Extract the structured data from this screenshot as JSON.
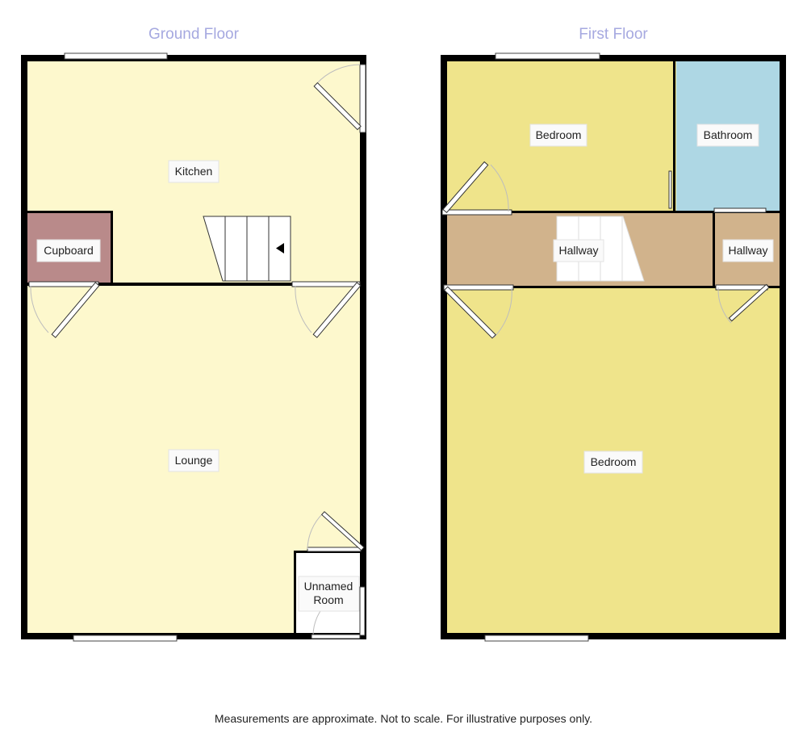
{
  "floors": {
    "ground": {
      "title": "Ground Floor",
      "rooms": {
        "kitchen": "Kitchen",
        "cupboard": "Cupboard",
        "lounge": "Lounge",
        "unnamed_line1": "Unnamed",
        "unnamed_line2": "Room"
      }
    },
    "first": {
      "title": "First Floor",
      "rooms": {
        "bedroom_top": "Bedroom",
        "bathroom": "Bathroom",
        "hallway_main": "Hallway",
        "hallway_small": "Hallway",
        "bedroom_main": "Bedroom"
      }
    }
  },
  "footer": "Measurements are approximate. Not to scale. For illustrative purposes only.",
  "colors": {
    "ground_floor_fill": "#fdf8cd",
    "cupboard_fill": "#b98a8a",
    "first_floor_bedroom_fill": "#efe48b",
    "bathroom_fill": "#aed7e4",
    "hallway_fill": "#d1b38c",
    "wall": "#000000",
    "floor_title": "#a6a9e0"
  }
}
